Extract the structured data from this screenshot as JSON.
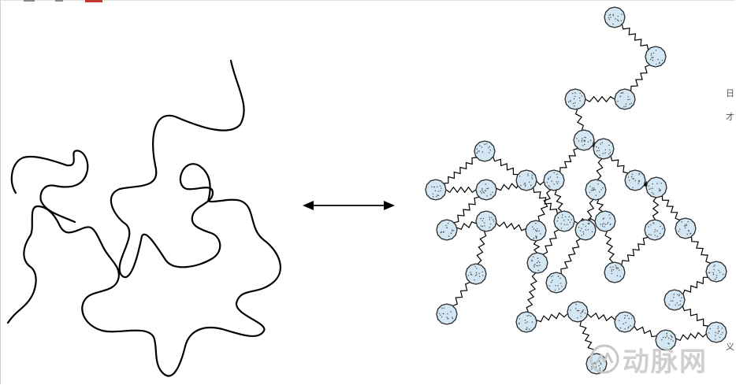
{
  "figure": {
    "left_panel": "polymer-chain",
    "right_panel": "bead-spring-chain",
    "connector": "double-headed-arrow",
    "colors": {
      "line": "#000000",
      "bead_fill": "#d3e6f3",
      "bead_stroke": "#2a2a2a",
      "bead_dot": "#444444"
    }
  },
  "edge_text": {
    "r1": "日",
    "r2": "才",
    "r3": "义"
  },
  "watermark": {
    "text": "动脉网",
    "icon": "logo-icon"
  }
}
